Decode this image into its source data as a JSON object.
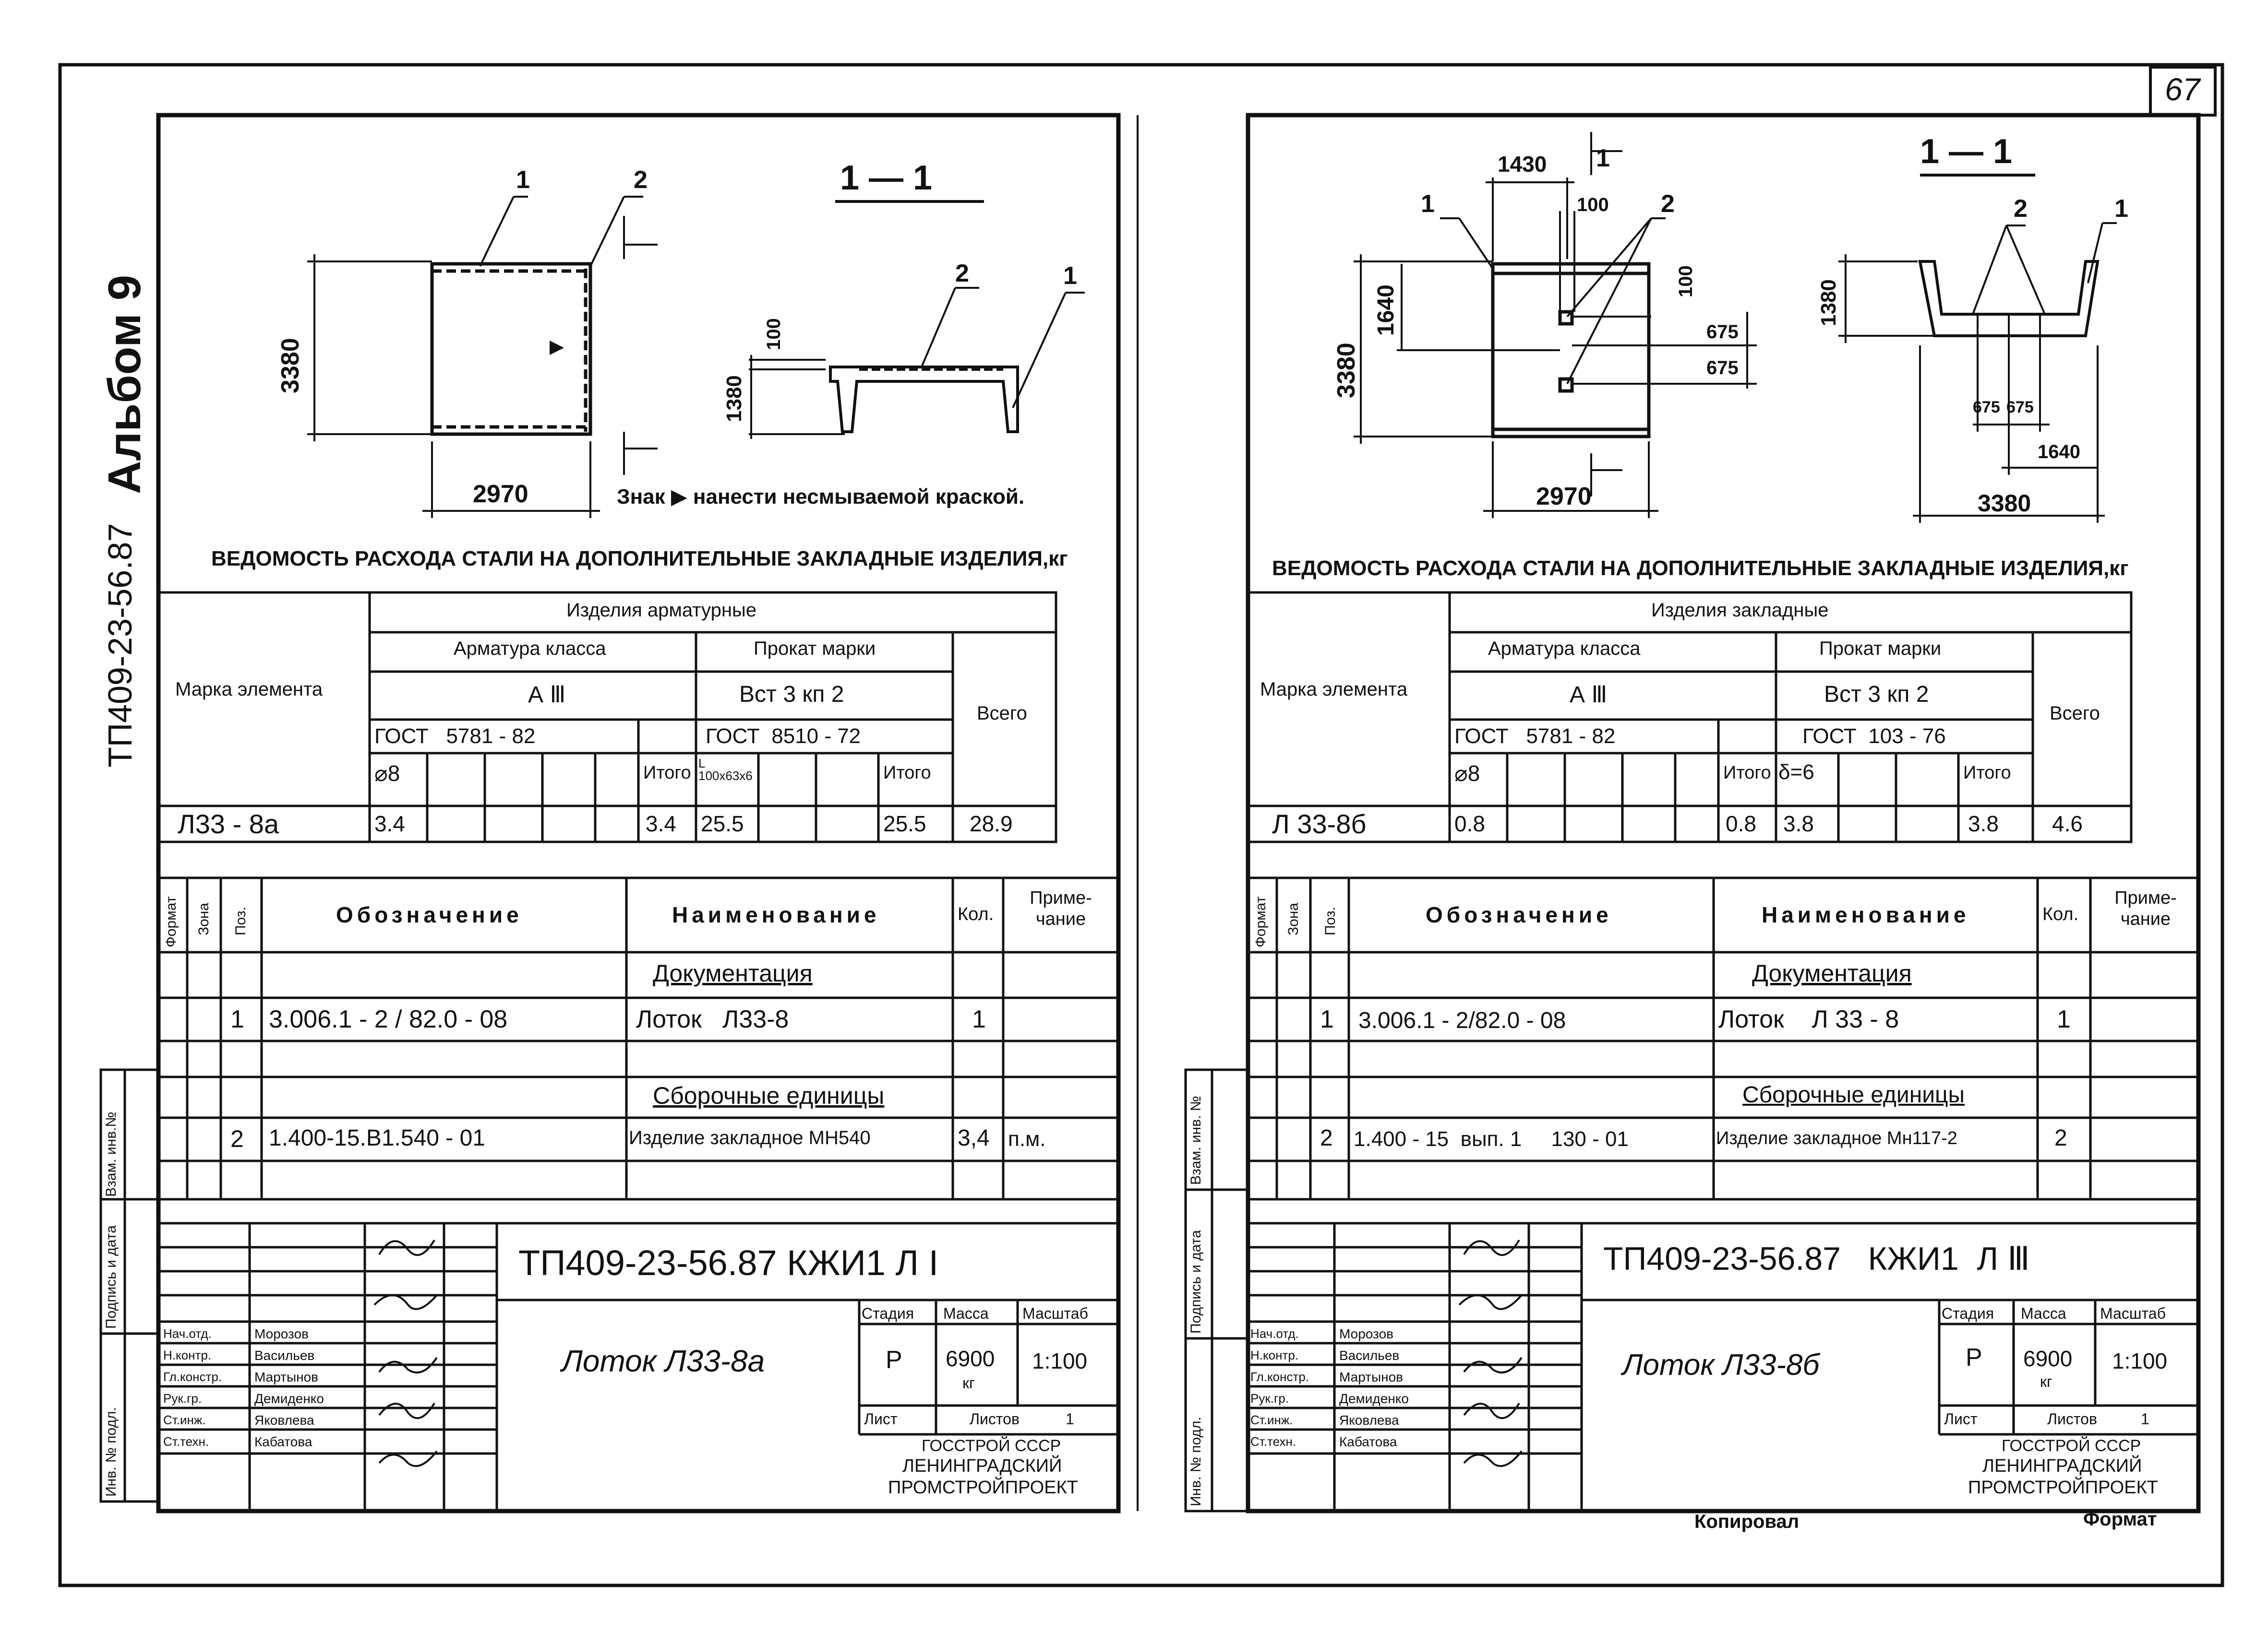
{
  "page": {
    "sheet_number": "67",
    "album": "Альбом 9",
    "doc_code_side": "ТП409-23-56.87",
    "bottom_labels": {
      "copied": "Копировал",
      "format": "Формат"
    },
    "side_stamps_left": [
      "Взам. инв.№",
      "Подпись и дата",
      "Инв. № подл."
    ],
    "side_stamps_right": [
      "Взам. инв. №",
      "Подпись и дата",
      "Инв. № подл."
    ]
  },
  "left_sheet": {
    "drawing": {
      "dim_height": "3380",
      "dim_width": "2970",
      "section_label": "1 — 1",
      "dim_100": "100",
      "dim_1380": "1380",
      "pos1": "1",
      "pos2": "2",
      "sign_note": "Знак ▶ нанести несмываемой краской."
    },
    "table_title": "ВЕДОМОСТЬ РАСХОДА СТАЛИ НА ДОПОЛНИТЕЛЬНЫЕ ЗАКЛАДНЫЕ ИЗДЕЛИЯ,кг",
    "steel_table": {
      "col_mark": "Марка элемента",
      "group": "Изделия арматурные",
      "sub_a": "Арматура класса",
      "sub_b": "Прокат марки",
      "class_a": "А Ⅲ",
      "class_b": "Вст 3 кп 2",
      "gost_a": "ГОСТ   5781 - 82",
      "gost_b": "ГОСТ  8510 - 72",
      "total": "Всего",
      "item_a": "⌀8",
      "item_b": "L 100x63x6",
      "itogo": "Итого",
      "row": {
        "mark": "Л33 - 8а",
        "a": "3.4",
        "a_total": "3.4",
        "b": "25.5",
        "b_total": "25.5",
        "all": "28.9"
      }
    },
    "spec": {
      "headers": {
        "format": "Формат",
        "zone": "Зона",
        "pos": "Поз.",
        "designation": "Обозначение",
        "name": "Наименование",
        "qty": "Кол.",
        "note": "Приме-чание"
      },
      "section1": "Документация",
      "row1": {
        "pos": "1",
        "designation": "3.006.1 - 2 / 82.0 - 08",
        "name": "Лоток   Л33-8",
        "qty": "1",
        "note": ""
      },
      "section2": "Сборочные единицы",
      "row2": {
        "pos": "2",
        "designation": "1.400-15.В1.540 - 01",
        "name": "Изделие закладное МН540",
        "qty": "3,4",
        "note": "п.м."
      }
    },
    "title_block": {
      "code": "ТП409-23-56.87  КЖИ1  Л I",
      "product": "Лоток  Л33-8а",
      "stage_h": "Стадия",
      "mass_h": "Масса",
      "scale_h": "Масштаб",
      "stage": "Р",
      "mass": "6900",
      "mass_unit": "кг",
      "scale": "1:100",
      "sheet_h": "Лист",
      "sheets_h": "Листов",
      "sheets": "1",
      "org": [
        "ГОССТРОЙ СССР",
        "ЛЕНИНГРАДСКИЙ",
        "ПРОМСТРОЙПРОЕКТ"
      ],
      "roles": [
        "Нач.отд.",
        "Н.контр.",
        "Гл.констр.",
        "Рук.гр.",
        "Ст.инж.",
        "Ст.техн."
      ],
      "names": [
        "Морозов",
        "Васильев",
        "Мартынов",
        "Демиденко",
        "Яковлева",
        "Кабатова"
      ]
    }
  },
  "right_sheet": {
    "drawing": {
      "dim_height": "3380",
      "dim_width": "2970",
      "dim_1430": "1430",
      "dim_100a": "100",
      "dim_100b": "100",
      "dim_1640": "1640",
      "dim_675a": "675",
      "dim_675b": "675",
      "section_label": "1 — 1",
      "dim_1380": "1380",
      "dim_675c": "675",
      "dim_675d": "675",
      "dim_1640b": "1640",
      "dim_3380b": "3380",
      "pos1": "1",
      "pos2": "2"
    },
    "table_title": "ВЕДОМОСТЬ РАСХОДА СТАЛИ НА ДОПОЛНИТЕЛЬНЫЕ ЗАКЛАДНЫЕ ИЗДЕЛИЯ,кг",
    "steel_table": {
      "col_mark": "Марка элемента",
      "group": "Изделия закладные",
      "sub_a": "Арматура класса",
      "sub_b": "Прокат марки",
      "class_a": "А Ⅲ",
      "class_b": "Вст 3 кп 2",
      "gost_a": "ГОСТ   5781 - 82",
      "gost_b": "ГОСТ  103 - 76",
      "total": "Всего",
      "item_a": "⌀8",
      "item_b": "δ=6",
      "itogo": "Итого",
      "row": {
        "mark": "Л 33-8б",
        "a": "0.8",
        "a_total": "0.8",
        "b": "3.8",
        "b_total": "3.8",
        "all": "4.6"
      }
    },
    "spec": {
      "headers": {
        "format": "Формат",
        "zone": "Зона",
        "pos": "Поз.",
        "designation": "Обозначение",
        "name": "Наименование",
        "qty": "Кол.",
        "note": "Приме-чание"
      },
      "section1": "Документация",
      "row1": {
        "pos": "1",
        "designation": "3.006.1 - 2/82.0 - 08",
        "name": "Лоток    Л 33 - 8",
        "qty": "1",
        "note": ""
      },
      "section2": "Сборочные единицы",
      "row2": {
        "pos": "2",
        "designation": "1.400 - 15  вып. 1     130 - 01",
        "name": "Изделие закладное Мн117-2",
        "qty": "2",
        "note": ""
      }
    },
    "title_block": {
      "code": "ТП409-23-56.87   КЖИ1  Л Ⅲ",
      "product": "Лоток  Л33-8б",
      "stage_h": "Стадия",
      "mass_h": "Масса",
      "scale_h": "Масштаб",
      "stage": "Р",
      "mass": "6900",
      "mass_unit": "кг",
      "scale": "1:100",
      "sheet_h": "Лист",
      "sheets_h": "Листов",
      "sheets": "1",
      "org": [
        "ГОССТРОЙ СССР",
        "ЛЕНИНГРАДСКИЙ",
        "ПРОМСТРОЙПРОЕКТ"
      ],
      "roles": [
        "Нач.отд.",
        "Н.контр.",
        "Гл.констр.",
        "Рук.гр.",
        "Ст.инж.",
        "Ст.техн."
      ],
      "names": [
        "Морозов",
        "Васильев",
        "Мартынов",
        "Демиденко",
        "Яковлева",
        "Кабатова"
      ]
    }
  }
}
